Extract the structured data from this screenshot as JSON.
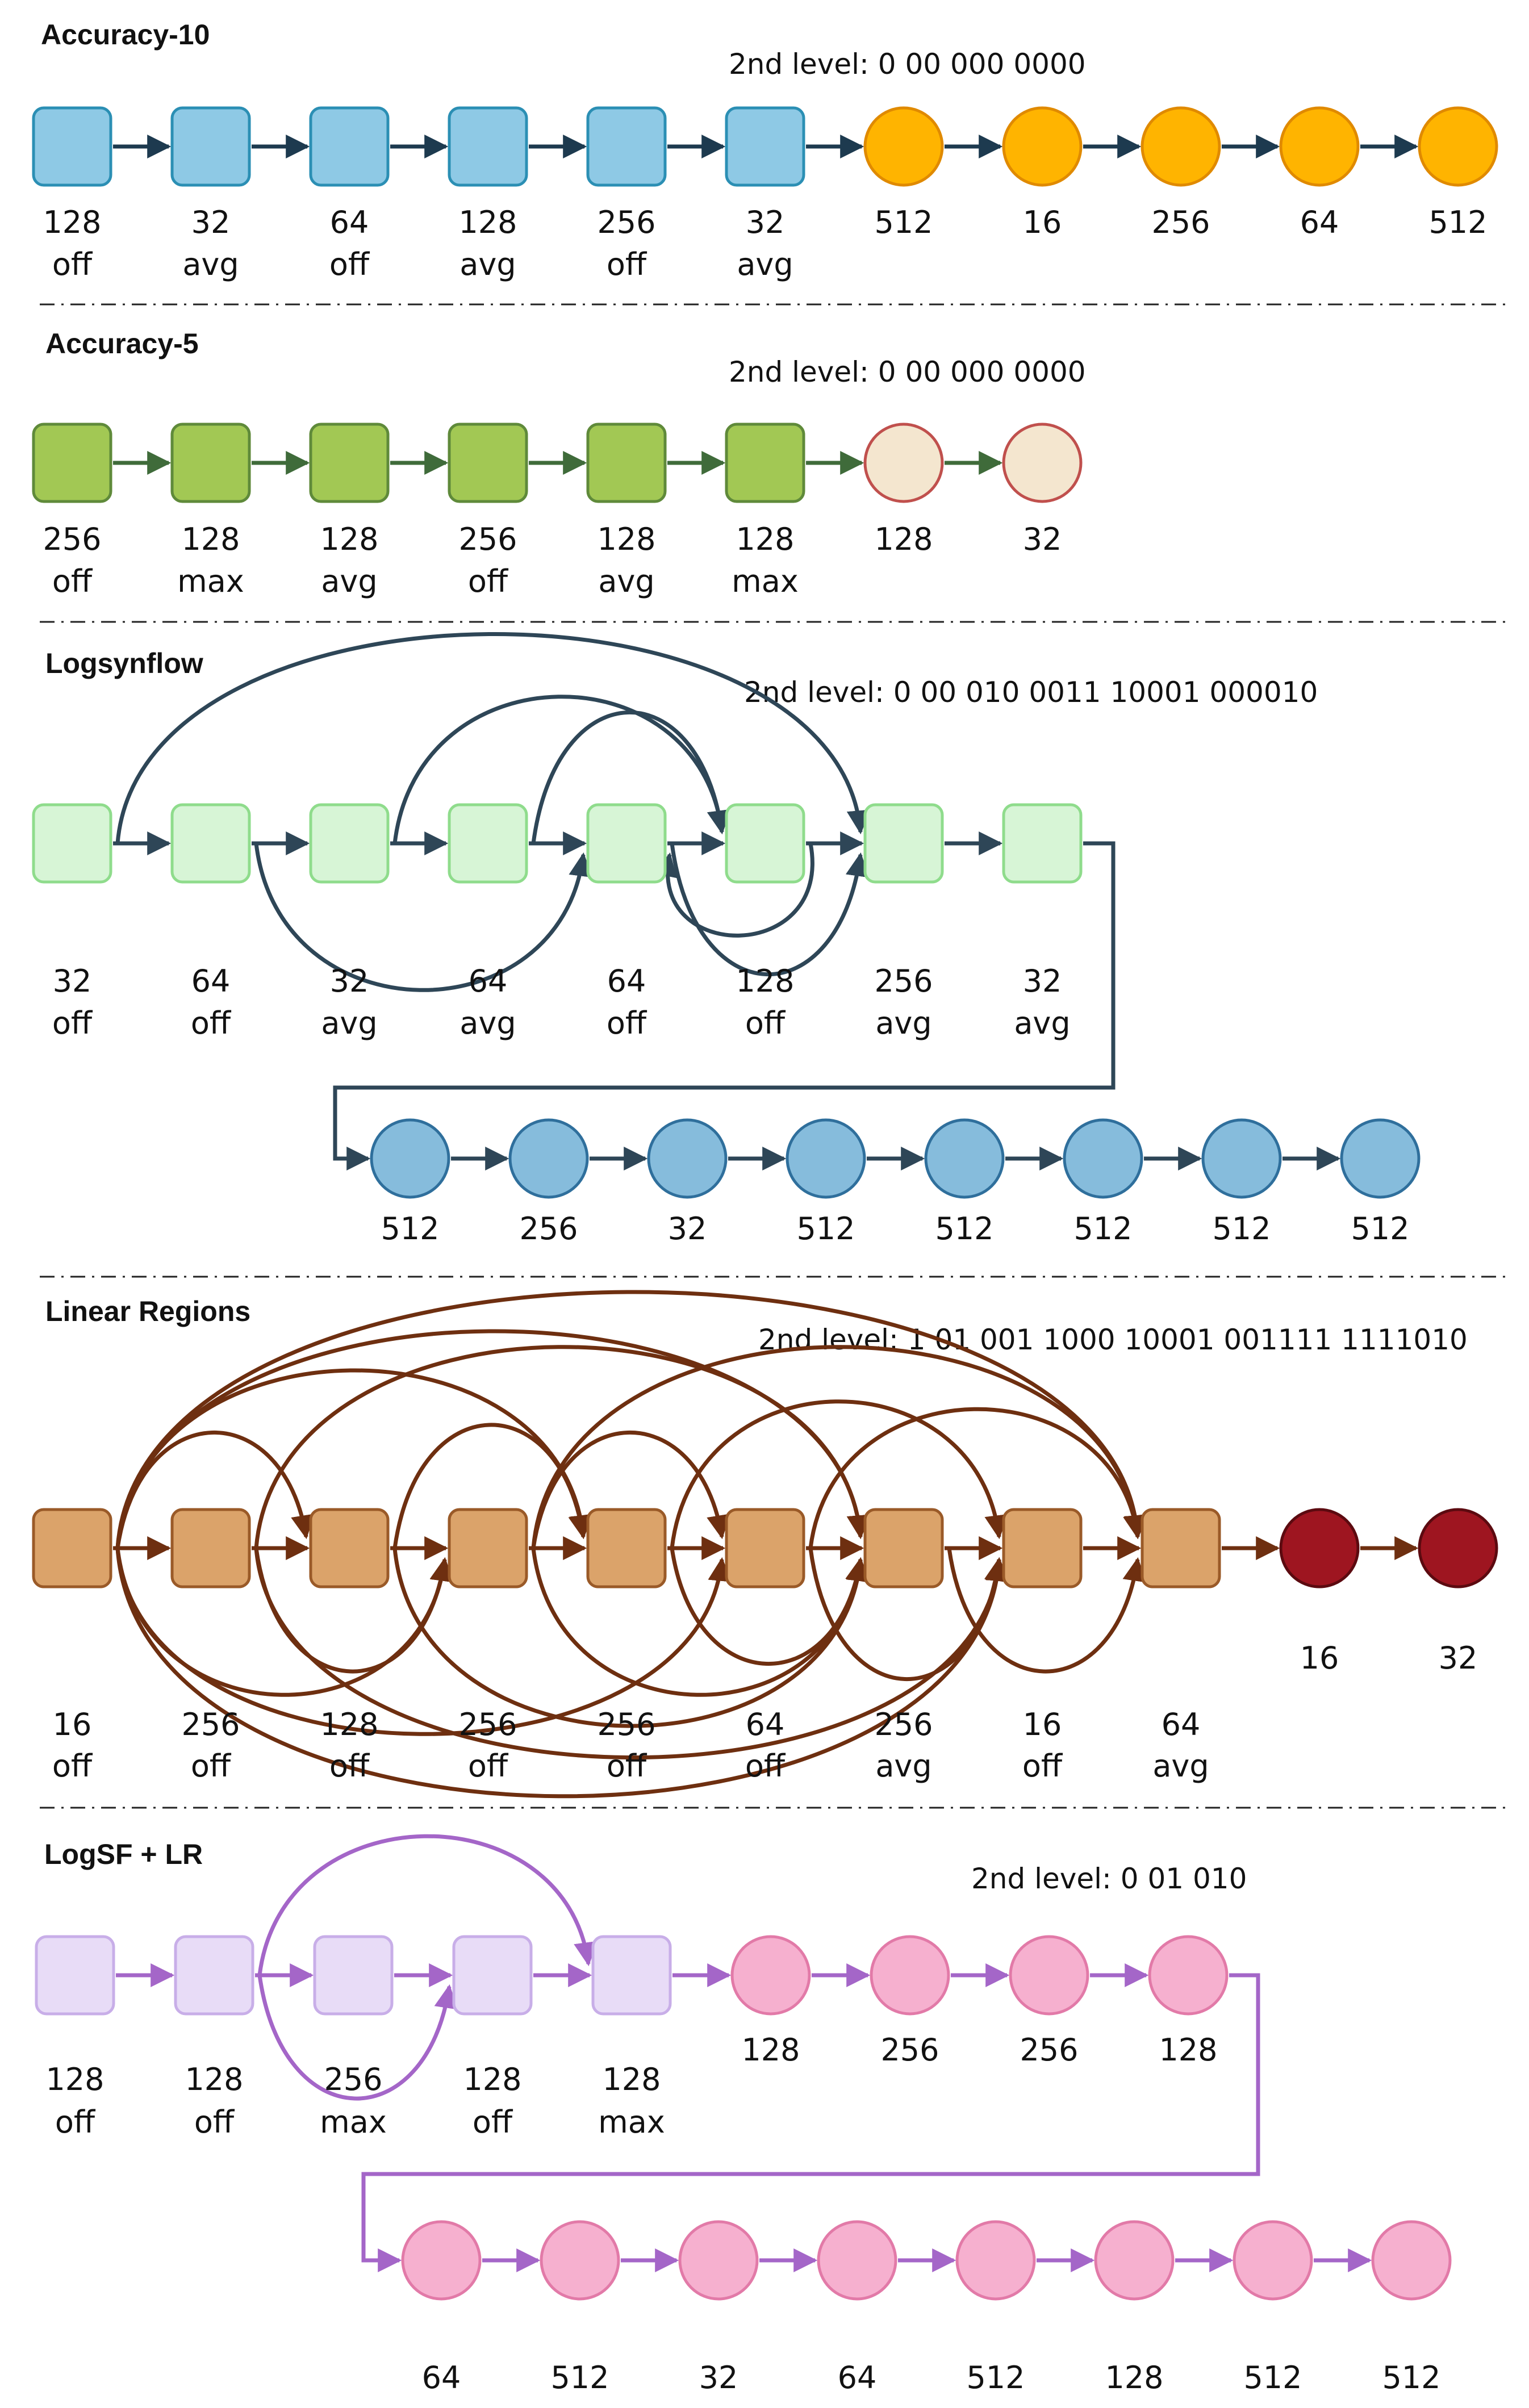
{
  "sections": [
    {
      "title": "Accuracy-10",
      "code_label": "2nd level: 0 00 000 0000",
      "edge_color": "#1d3a4f",
      "nodes": [
        {
          "shape": "square",
          "fill": "#8ec9e5",
          "stroke": "#2b8fb4",
          "label1": "128",
          "label2": "off"
        },
        {
          "shape": "square",
          "fill": "#8ec9e5",
          "stroke": "#2b8fb4",
          "label1": "32",
          "label2": "avg"
        },
        {
          "shape": "square",
          "fill": "#8ec9e5",
          "stroke": "#2b8fb4",
          "label1": "64",
          "label2": "off"
        },
        {
          "shape": "square",
          "fill": "#8ec9e5",
          "stroke": "#2b8fb4",
          "label1": "128",
          "label2": "avg"
        },
        {
          "shape": "square",
          "fill": "#8ec9e5",
          "stroke": "#2b8fb4",
          "label1": "256",
          "label2": "off"
        },
        {
          "shape": "square",
          "fill": "#8ec9e5",
          "stroke": "#2b8fb4",
          "label1": "32",
          "label2": "avg"
        },
        {
          "shape": "circle",
          "fill": "#ffb400",
          "stroke": "#e08a00",
          "label1": "512"
        },
        {
          "shape": "circle",
          "fill": "#ffb400",
          "stroke": "#e08a00",
          "label1": "16"
        },
        {
          "shape": "circle",
          "fill": "#ffb400",
          "stroke": "#e08a00",
          "label1": "256"
        },
        {
          "shape": "circle",
          "fill": "#ffb400",
          "stroke": "#e08a00",
          "label1": "64"
        },
        {
          "shape": "circle",
          "fill": "#ffb400",
          "stroke": "#e08a00",
          "label1": "512"
        }
      ]
    },
    {
      "title": "Accuracy-5",
      "code_label": "2nd level: 0 00 000 0000",
      "edge_color": "#3f6b3a",
      "nodes": [
        {
          "shape": "square",
          "fill": "#a2c854",
          "stroke": "#5f8a3a",
          "label1": "256",
          "label2": "off"
        },
        {
          "shape": "square",
          "fill": "#a2c854",
          "stroke": "#5f8a3a",
          "label1": "128",
          "label2": "max"
        },
        {
          "shape": "square",
          "fill": "#a2c854",
          "stroke": "#5f8a3a",
          "label1": "128",
          "label2": "avg"
        },
        {
          "shape": "square",
          "fill": "#a2c854",
          "stroke": "#5f8a3a",
          "label1": "256",
          "label2": "off"
        },
        {
          "shape": "square",
          "fill": "#a2c854",
          "stroke": "#5f8a3a",
          "label1": "128",
          "label2": "avg"
        },
        {
          "shape": "square",
          "fill": "#a2c854",
          "stroke": "#5f8a3a",
          "label1": "128",
          "label2": "max"
        },
        {
          "shape": "circle",
          "fill": "#f4e6cf",
          "stroke": "#c0504d",
          "label1": "128"
        },
        {
          "shape": "circle",
          "fill": "#f4e6cf",
          "stroke": "#c0504d",
          "label1": "32"
        }
      ]
    },
    {
      "title": "Logsynflow",
      "code_label": "2nd level: 0 00 010 0011 10001 000010",
      "edge_color": "#2e4657",
      "nodes": [
        {
          "shape": "square",
          "fill": "#d7f5d6",
          "stroke": "#8fdc8c",
          "label1": "32",
          "label2": "off"
        },
        {
          "shape": "square",
          "fill": "#d7f5d6",
          "stroke": "#8fdc8c",
          "label1": "64",
          "label2": "off"
        },
        {
          "shape": "square",
          "fill": "#d7f5d6",
          "stroke": "#8fdc8c",
          "label1": "32",
          "label2": "avg"
        },
        {
          "shape": "square",
          "fill": "#d7f5d6",
          "stroke": "#8fdc8c",
          "label1": "64",
          "label2": "avg"
        },
        {
          "shape": "square",
          "fill": "#d7f5d6",
          "stroke": "#8fdc8c",
          "label1": "64",
          "label2": "off"
        },
        {
          "shape": "square",
          "fill": "#d7f5d6",
          "stroke": "#8fdc8c",
          "label1": "128",
          "label2": "off"
        },
        {
          "shape": "square",
          "fill": "#d7f5d6",
          "stroke": "#8fdc8c",
          "label1": "256",
          "label2": "avg"
        },
        {
          "shape": "square",
          "fill": "#d7f5d6",
          "stroke": "#8fdc8c",
          "label1": "32",
          "label2": "avg"
        }
      ],
      "continuation_nodes": [
        {
          "shape": "circle",
          "fill": "#86bcdc",
          "stroke": "#2f6f9c",
          "label1": "512"
        },
        {
          "shape": "circle",
          "fill": "#86bcdc",
          "stroke": "#2f6f9c",
          "label1": "256"
        },
        {
          "shape": "circle",
          "fill": "#86bcdc",
          "stroke": "#2f6f9c",
          "label1": "32"
        },
        {
          "shape": "circle",
          "fill": "#86bcdc",
          "stroke": "#2f6f9c",
          "label1": "512"
        },
        {
          "shape": "circle",
          "fill": "#86bcdc",
          "stroke": "#2f6f9c",
          "label1": "512"
        },
        {
          "shape": "circle",
          "fill": "#86bcdc",
          "stroke": "#2f6f9c",
          "label1": "512"
        },
        {
          "shape": "circle",
          "fill": "#86bcdc",
          "stroke": "#2f6f9c",
          "label1": "512"
        },
        {
          "shape": "circle",
          "fill": "#86bcdc",
          "stroke": "#2f6f9c",
          "label1": "512"
        }
      ],
      "skip_edges": [
        [
          0,
          6
        ],
        [
          1,
          4
        ],
        [
          3,
          5
        ],
        [
          5,
          4
        ],
        [
          2,
          5
        ],
        [
          4,
          6
        ]
      ]
    },
    {
      "title": "Linear Regions",
      "code_label": "2nd level: 1 01 001 1000 10001 001111 1111010",
      "edge_color": "#6e2f10",
      "nodes": [
        {
          "shape": "square",
          "fill": "#dba36a",
          "stroke": "#9a5a28",
          "label1": "16",
          "label2": "off"
        },
        {
          "shape": "square",
          "fill": "#dba36a",
          "stroke": "#9a5a28",
          "label1": "256",
          "label2": "off"
        },
        {
          "shape": "square",
          "fill": "#dba36a",
          "stroke": "#9a5a28",
          "label1": "128",
          "label2": "off"
        },
        {
          "shape": "square",
          "fill": "#dba36a",
          "stroke": "#9a5a28",
          "label1": "256",
          "label2": "off"
        },
        {
          "shape": "square",
          "fill": "#dba36a",
          "stroke": "#9a5a28",
          "label1": "256",
          "label2": "off"
        },
        {
          "shape": "square",
          "fill": "#dba36a",
          "stroke": "#9a5a28",
          "label1": "64",
          "label2": "off"
        },
        {
          "shape": "square",
          "fill": "#dba36a",
          "stroke": "#9a5a28",
          "label1": "256",
          "label2": "avg"
        },
        {
          "shape": "square",
          "fill": "#dba36a",
          "stroke": "#9a5a28",
          "label1": "16",
          "label2": "off"
        },
        {
          "shape": "square",
          "fill": "#dba36a",
          "stroke": "#9a5a28",
          "label1": "64",
          "label2": "avg"
        },
        {
          "shape": "circle",
          "fill": "#9e1520",
          "stroke": "#5c0a10",
          "label1": "16"
        },
        {
          "shape": "circle",
          "fill": "#9e1520",
          "stroke": "#5c0a10",
          "label1": "32"
        }
      ],
      "skip_edges": [
        [
          0,
          2
        ],
        [
          0,
          3
        ],
        [
          0,
          4
        ],
        [
          0,
          5
        ],
        [
          0,
          6
        ],
        [
          0,
          7
        ],
        [
          0,
          8
        ],
        [
          1,
          3
        ],
        [
          1,
          6
        ],
        [
          1,
          7
        ],
        [
          2,
          4
        ],
        [
          2,
          6
        ],
        [
          3,
          5
        ],
        [
          3,
          6
        ],
        [
          3,
          8
        ],
        [
          4,
          6
        ],
        [
          4,
          7
        ],
        [
          5,
          7
        ],
        [
          5,
          8
        ],
        [
          6,
          8
        ]
      ]
    },
    {
      "title": "LogSF + LR",
      "code_label": "2nd level: 0 01 010",
      "edge_color": "#a466c8",
      "nodes": [
        {
          "shape": "square",
          "fill": "#e8dcf7",
          "stroke": "#c8aee8",
          "label1": "128",
          "label2": "off"
        },
        {
          "shape": "square",
          "fill": "#e8dcf7",
          "stroke": "#c8aee8",
          "label1": "128",
          "label2": "off"
        },
        {
          "shape": "square",
          "fill": "#e8dcf7",
          "stroke": "#c8aee8",
          "label1": "256",
          "label2": "max"
        },
        {
          "shape": "square",
          "fill": "#e8dcf7",
          "stroke": "#c8aee8",
          "label1": "128",
          "label2": "off"
        },
        {
          "shape": "square",
          "fill": "#e8dcf7",
          "stroke": "#c8aee8",
          "label1": "128",
          "label2": "max"
        },
        {
          "shape": "circle",
          "fill": "#f6b0cf",
          "stroke": "#e27aa8",
          "label1": "128"
        },
        {
          "shape": "circle",
          "fill": "#f6b0cf",
          "stroke": "#e27aa8",
          "label1": "256"
        },
        {
          "shape": "circle",
          "fill": "#f6b0cf",
          "stroke": "#e27aa8",
          "label1": "256"
        },
        {
          "shape": "circle",
          "fill": "#f6b0cf",
          "stroke": "#e27aa8",
          "label1": "128"
        }
      ],
      "continuation_nodes": [
        {
          "shape": "circle",
          "fill": "#f6b0cf",
          "stroke": "#e27aa8",
          "label1": "64"
        },
        {
          "shape": "circle",
          "fill": "#f6b0cf",
          "stroke": "#e27aa8",
          "label1": "512"
        },
        {
          "shape": "circle",
          "fill": "#f6b0cf",
          "stroke": "#e27aa8",
          "label1": "32"
        },
        {
          "shape": "circle",
          "fill": "#f6b0cf",
          "stroke": "#e27aa8",
          "label1": "64"
        },
        {
          "shape": "circle",
          "fill": "#f6b0cf",
          "stroke": "#e27aa8",
          "label1": "512"
        },
        {
          "shape": "circle",
          "fill": "#f6b0cf",
          "stroke": "#e27aa8",
          "label1": "128"
        },
        {
          "shape": "circle",
          "fill": "#f6b0cf",
          "stroke": "#e27aa8",
          "label1": "512"
        },
        {
          "shape": "circle",
          "fill": "#f6b0cf",
          "stroke": "#e27aa8",
          "label1": "512"
        }
      ],
      "skip_edges": [
        [
          1,
          4
        ],
        [
          1,
          3
        ]
      ]
    }
  ]
}
